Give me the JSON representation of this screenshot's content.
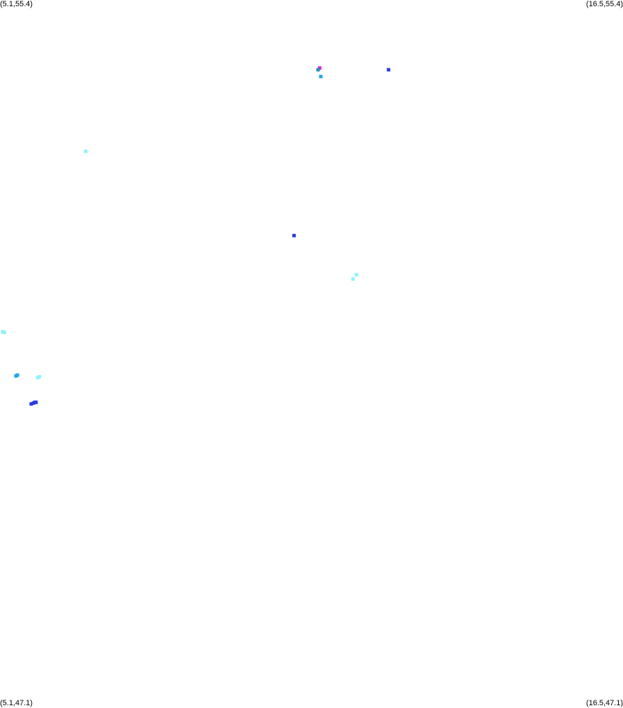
{
  "corners": {
    "top_left": "(5.1,55.4)",
    "top_right": "(16.5,55.4)",
    "bottom_left": "(5.1,47.1)",
    "bottom_right": "(16.5,47.1)"
  },
  "bounds": {
    "lon_min": 5.1,
    "lon_max": 16.5,
    "lat_min": 47.1,
    "lat_max": 55.4
  },
  "colors": {
    "cyan": "#8ef3fa",
    "light_blue": "#23a6e8",
    "blue": "#2a3ee2",
    "magenta": "#e01ee0",
    "teal": "#1f8fbe"
  },
  "points": [
    {
      "lon": 10.95,
      "lat": 54.6,
      "color": "magenta"
    },
    {
      "lon": 10.92,
      "lat": 54.58,
      "color": "teal"
    },
    {
      "lon": 10.97,
      "lat": 54.5,
      "color": "light_blue"
    },
    {
      "lon": 12.21,
      "lat": 54.58,
      "color": "blue"
    },
    {
      "lon": 6.67,
      "lat": 53.62,
      "color": "cyan"
    },
    {
      "lon": 10.48,
      "lat": 52.63,
      "color": "blue"
    },
    {
      "lon": 11.62,
      "lat": 52.17,
      "color": "cyan"
    },
    {
      "lon": 11.56,
      "lat": 52.12,
      "color": "cyan"
    },
    {
      "lon": 5.15,
      "lat": 51.5,
      "color": "cyan"
    },
    {
      "lon": 5.18,
      "lat": 51.49,
      "color": "cyan"
    },
    {
      "lon": 5.39,
      "lat": 50.98,
      "color": "light_blue"
    },
    {
      "lon": 5.42,
      "lat": 50.99,
      "color": "light_blue"
    },
    {
      "lon": 5.79,
      "lat": 50.96,
      "color": "cyan"
    },
    {
      "lon": 5.82,
      "lat": 50.97,
      "color": "cyan"
    },
    {
      "lon": 5.67,
      "lat": 50.65,
      "color": "blue"
    },
    {
      "lon": 5.71,
      "lat": 50.66,
      "color": "blue"
    },
    {
      "lon": 5.74,
      "lat": 50.67,
      "color": "blue"
    },
    {
      "lon": 5.76,
      "lat": 50.67,
      "color": "blue"
    }
  ]
}
